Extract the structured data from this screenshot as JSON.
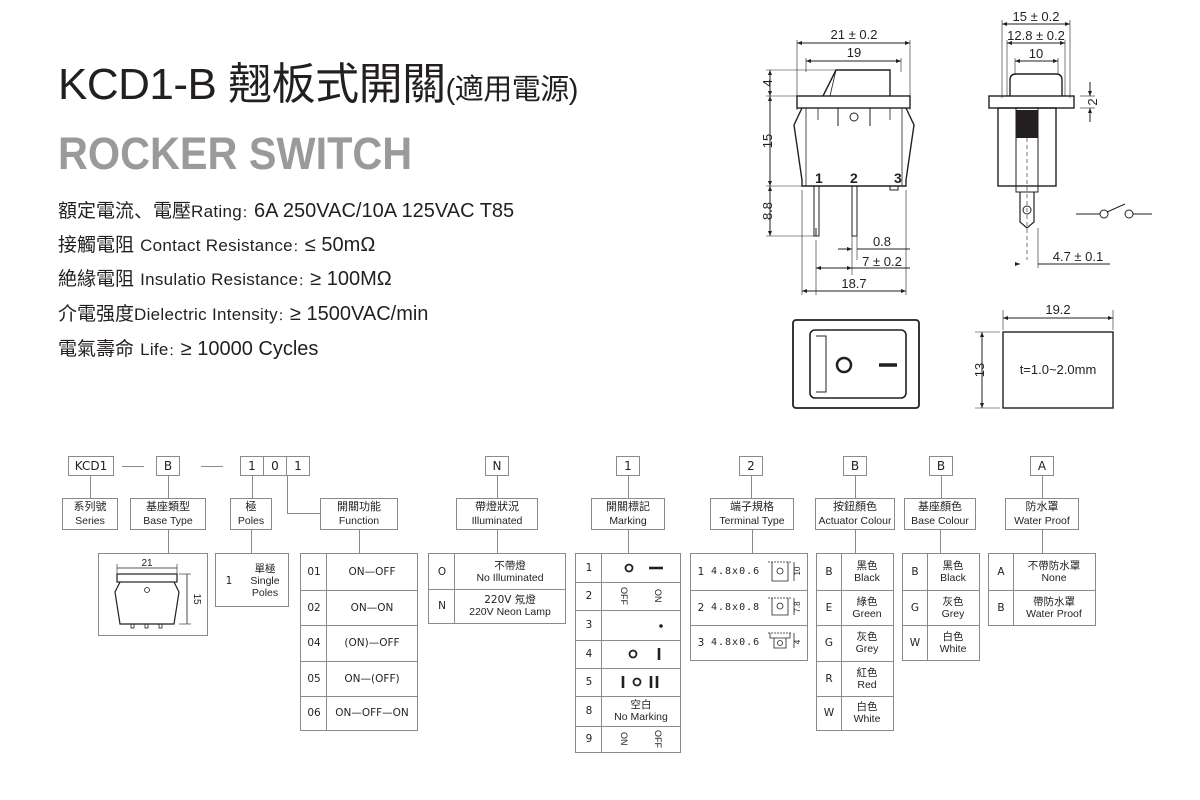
{
  "title": {
    "model": "KCD1-B",
    "cn": "翹板式開關",
    "paren": "(適用電源)"
  },
  "subtitle": "ROCKER SWITCH",
  "specs": [
    {
      "cn": "額定電流、電壓",
      "en": "Rating",
      "sep": "：",
      "value": "6A 250VAC/10A 125VAC T85"
    },
    {
      "cn": "接觸電阻",
      "en": "Contact  Resistance",
      "sep": "：",
      "value": "≤ 50mΩ"
    },
    {
      "cn": "絶緣電阻",
      "en": "Insulatio  Resistance",
      "sep": "：",
      "value": "≥ 100MΩ"
    },
    {
      "cn": "介電强度",
      "en": "Dielectric  Intensity",
      "sep": "：",
      "value": "≥ 1500VAC/min"
    },
    {
      "cn": "電氣壽命",
      "en": "Life",
      "sep": "：",
      "value": "≥ 10000 Cycles"
    }
  ],
  "drawing": {
    "dims": {
      "w21": "21 ± 0.2",
      "w19": "19",
      "h4": "4",
      "h15": "15",
      "h88": "8.8",
      "d08": "0.8",
      "d7": "7 ± 0.2",
      "w187": "18.7",
      "s15": "15 ± 0.2",
      "s128": "12.8 ± 0.2",
      "s10": "10",
      "s2": "2",
      "s47": "4.7 ± 0.1",
      "c192": "19.2",
      "c13": "13",
      "thick": "t=1.0~2.0mm"
    },
    "pins": [
      "1",
      "2",
      "3"
    ]
  },
  "code_boxes": [
    "KCD1",
    "B",
    "1",
    "0",
    "1",
    "N",
    "1",
    "2",
    "B",
    "B",
    "A"
  ],
  "categories": {
    "series": {
      "cn": "系列號",
      "en": "Series"
    },
    "base_type": {
      "cn": "基座類型",
      "en": "Base Type"
    },
    "poles": {
      "cn": "極",
      "en": "Poles"
    },
    "function": {
      "cn": "開關功能",
      "en": "Function"
    },
    "illuminated": {
      "cn": "帶燈狀況",
      "en": "Illuminated"
    },
    "marking": {
      "cn": "開關標記",
      "en": "Marking"
    },
    "terminal": {
      "cn": "端子規格",
      "en": "Terminal  Type"
    },
    "actuator": {
      "cn": "按鈕顏色",
      "en": "Actuator  Colour"
    },
    "base_colour": {
      "cn": "基座顏色",
      "en": "Base  Colour"
    },
    "water": {
      "cn": "防水罩",
      "en": "Water  Proof"
    }
  },
  "base_type_dims": {
    "w": "21",
    "h": "15"
  },
  "poles": [
    {
      "k": "1",
      "cn": "單極",
      "en1": "Single",
      "en2": "Poles"
    }
  ],
  "function": [
    {
      "k": "01",
      "v": "ON—OFF"
    },
    {
      "k": "02",
      "v": "ON—ON"
    },
    {
      "k": "04",
      "v": "(ON)—OFF"
    },
    {
      "k": "05",
      "v": "ON—(OFF)"
    },
    {
      "k": "06",
      "v": "ON—OFF—ON"
    }
  ],
  "illuminated": [
    {
      "k": "O",
      "cn": "不帶燈",
      "en": "No  Illuminated"
    },
    {
      "k": "N",
      "cn": "220V  氖燈",
      "en": "220V  Neon  Lamp"
    }
  ],
  "marking": [
    {
      "k": "1"
    },
    {
      "k": "2",
      "a": "OFF",
      "b": "ON"
    },
    {
      "k": "3"
    },
    {
      "k": "4"
    },
    {
      "k": "5"
    },
    {
      "k": "8",
      "cn": "空白",
      "en": "No  Marking"
    },
    {
      "k": "9",
      "a": "ON",
      "b": "OFF"
    }
  ],
  "terminal": [
    {
      "k": "1",
      "v": "4.8x0.6",
      "n": "10"
    },
    {
      "k": "2",
      "v": "4.8x0.8",
      "n": "7.8"
    },
    {
      "k": "3",
      "v": "4.8x0.6",
      "n": "4"
    }
  ],
  "actuator": [
    {
      "k": "B",
      "cn": "黑色",
      "en": "Black"
    },
    {
      "k": "E",
      "cn": "綠色",
      "en": "Green"
    },
    {
      "k": "G",
      "cn": "灰色",
      "en": "Grey"
    },
    {
      "k": "R",
      "cn": "紅色",
      "en": "Red"
    },
    {
      "k": "W",
      "cn": "白色",
      "en": "White"
    }
  ],
  "base_colour": [
    {
      "k": "B",
      "cn": "黑色",
      "en": "Black"
    },
    {
      "k": "G",
      "cn": "灰色",
      "en": "Grey"
    },
    {
      "k": "W",
      "cn": "白色",
      "en": "White"
    }
  ],
  "water": [
    {
      "k": "A",
      "cn": "不帶防水罩",
      "en": "None"
    },
    {
      "k": "B",
      "cn": "帶防水罩",
      "en": "Water  Proof"
    }
  ]
}
